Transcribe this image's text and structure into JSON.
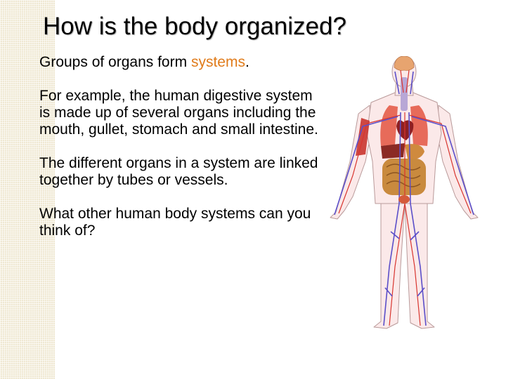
{
  "slide": {
    "title": "How is the body organized?",
    "p1_prefix": "Groups of organs form ",
    "p1_highlight": "systems",
    "p1_suffix": ".",
    "p2": "For example, the human digestive system is made up of several organs including the mouth, gullet, stomach and small intestine.",
    "p3": "The different organs in a system are linked together by tubes or vessels.",
    "p4": "What other human body systems can you think of?"
  },
  "colors": {
    "highlight": "#e07b1a",
    "band": "#efe8d2",
    "skin": "#fbe9e9",
    "veins": "#5b4fc9",
    "arteries": "#d8352f",
    "organs": "#c98a3e"
  },
  "figure": {
    "icon": "human-body-systems-illustration"
  }
}
